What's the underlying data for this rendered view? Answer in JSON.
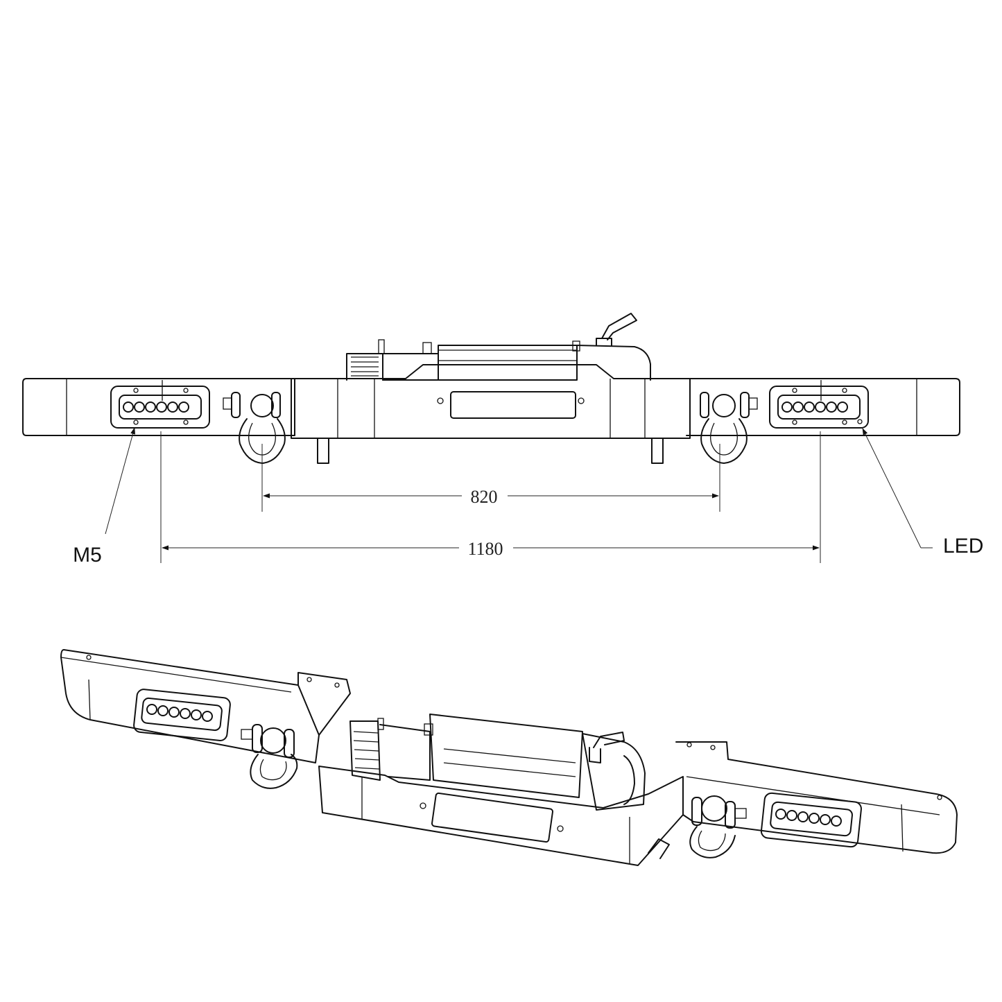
{
  "dimensions": {
    "inner": "820",
    "outer": "1180"
  },
  "callouts": {
    "left": "M5",
    "right": "LED"
  }
}
